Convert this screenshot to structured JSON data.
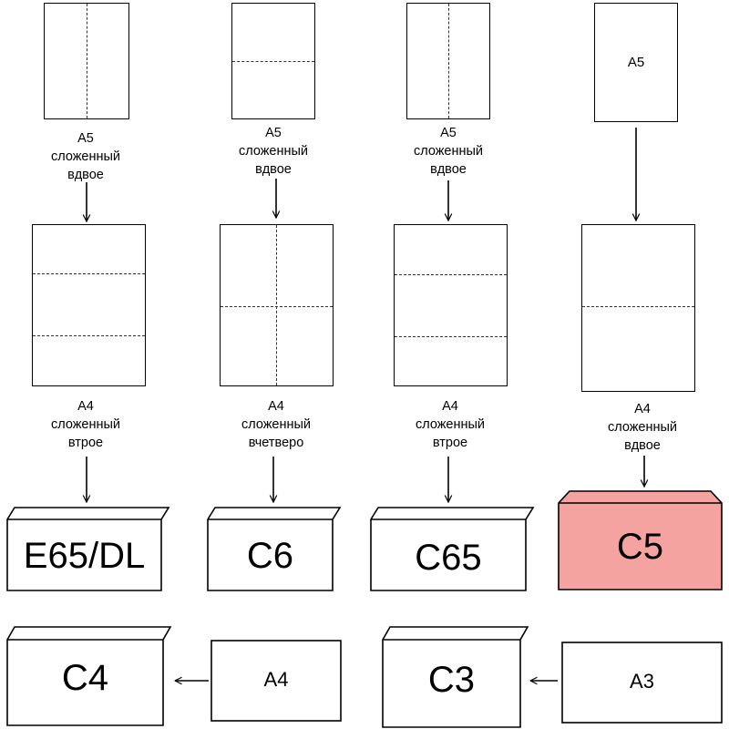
{
  "columns": [
    {
      "top_sheet": {
        "label": ""
      },
      "top_caption": [
        "A5",
        "сложенный",
        "вдвое"
      ],
      "bottom_caption": [
        "A4",
        "сложенный",
        "втрое"
      ],
      "envelope": "E65/DL"
    },
    {
      "top_sheet": {
        "label": ""
      },
      "top_caption": [
        "A5",
        "сложенный",
        "вдвое"
      ],
      "bottom_caption": [
        "A4",
        "сложенный",
        "вчетверо"
      ],
      "envelope": "C6"
    },
    {
      "top_sheet": {
        "label": ""
      },
      "top_caption": [
        "A5",
        "сложенный",
        "вдвое"
      ],
      "bottom_caption": [
        "A4",
        "сложенный",
        "втрое"
      ],
      "envelope": "C65"
    },
    {
      "top_sheet": {
        "label": "A5"
      },
      "top_caption": [],
      "bottom_caption": [
        "A4",
        "сложенный",
        "вдвое"
      ],
      "envelope": "C5"
    }
  ],
  "bottom_row": [
    {
      "envelope": "C4",
      "paper": "A4"
    },
    {
      "envelope": "C3",
      "paper": "A3"
    }
  ],
  "colors": {
    "highlight_fill": "#f5a3a0",
    "stroke": "#000000",
    "background": "#ffffff"
  }
}
